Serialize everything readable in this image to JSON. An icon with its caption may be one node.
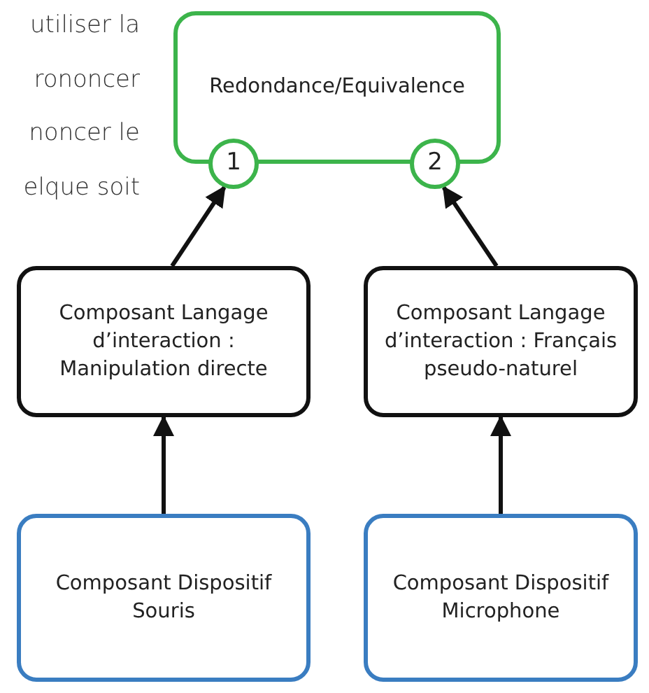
{
  "diagram": {
    "nodes": [
      {
        "text": [
          "Redondance/Equivalence"
        ]
      },
      {
        "text": [
          "1"
        ]
      },
      {
        "text": [
          "2"
        ]
      },
      {
        "text": [
          "Composant Langage d’interaction : Manipulation directe"
        ]
      },
      {
        "text": [
          "Composant Langage d’interaction : Français pseudo-naturel"
        ]
      },
      {
        "text": [
          "Composant Dispositif Souris"
        ]
      },
      {
        "text": [
          "Composant Dispositif Microphone"
        ]
      }
    ],
    "edges": [
      {
        "from": 3,
        "to": 1,
        "arrow": "to"
      },
      {
        "from": 4,
        "to": 2,
        "arrow": "to"
      },
      {
        "from": 5,
        "to": 3,
        "arrow": "to"
      },
      {
        "from": 6,
        "to": 4,
        "arrow": "to"
      }
    ],
    "labels": [
      "utiliser la",
      "rononcer",
      "noncer le",
      "elque soit"
    ]
  }
}
